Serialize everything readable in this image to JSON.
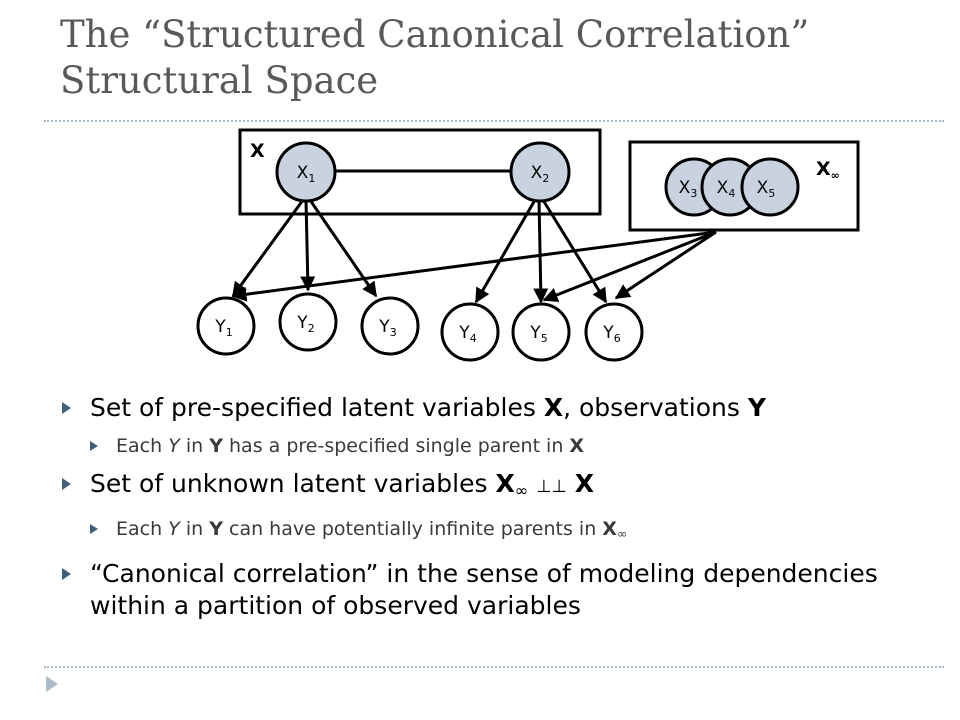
{
  "title": {
    "line1": "The “Structured Canonical Correlation”",
    "line2": "Structural Space"
  },
  "diagram": {
    "box_x_label": "X",
    "box_xinf_label": "X",
    "box_xinf_sub": "∞",
    "latent_nodes": [
      {
        "base": "X",
        "sub": "1"
      },
      {
        "base": "X",
        "sub": "2"
      }
    ],
    "inf_nodes": [
      {
        "base": "X",
        "sub": "3"
      },
      {
        "base": "X",
        "sub": "4"
      },
      {
        "base": "X",
        "sub": "5"
      }
    ],
    "observed_nodes": [
      {
        "base": "Y",
        "sub": "1"
      },
      {
        "base": "Y",
        "sub": "2"
      },
      {
        "base": "Y",
        "sub": "3"
      },
      {
        "base": "Y",
        "sub": "4"
      },
      {
        "base": "Y",
        "sub": "5"
      },
      {
        "base": "Y",
        "sub": "6"
      }
    ]
  },
  "bullets": {
    "b1": {
      "pre": "Set of pre-specified latent variables ",
      "x": "X",
      "mid": ", observations ",
      "y": "Y"
    },
    "b1a": {
      "pre": "Each ",
      "y": "Y",
      "mid": " in ",
      "ybold": "Y",
      "post": " has a pre-specified single parent in ",
      "x": "X"
    },
    "b2": {
      "pre": "Set of unknown latent variables ",
      "x": "X",
      "sub": "∞",
      "sym": "⊥⊥",
      "x2": "X"
    },
    "b2a": {
      "pre": "Each ",
      "y": "Y",
      "mid": " in ",
      "ybold": "Y",
      "post": " can have potentially infinite parents in ",
      "x": "X",
      "sub": "∞"
    },
    "b3": {
      "text": "“Canonical correlation” in the sense of modeling dependencies within a partition of observed variables"
    }
  }
}
